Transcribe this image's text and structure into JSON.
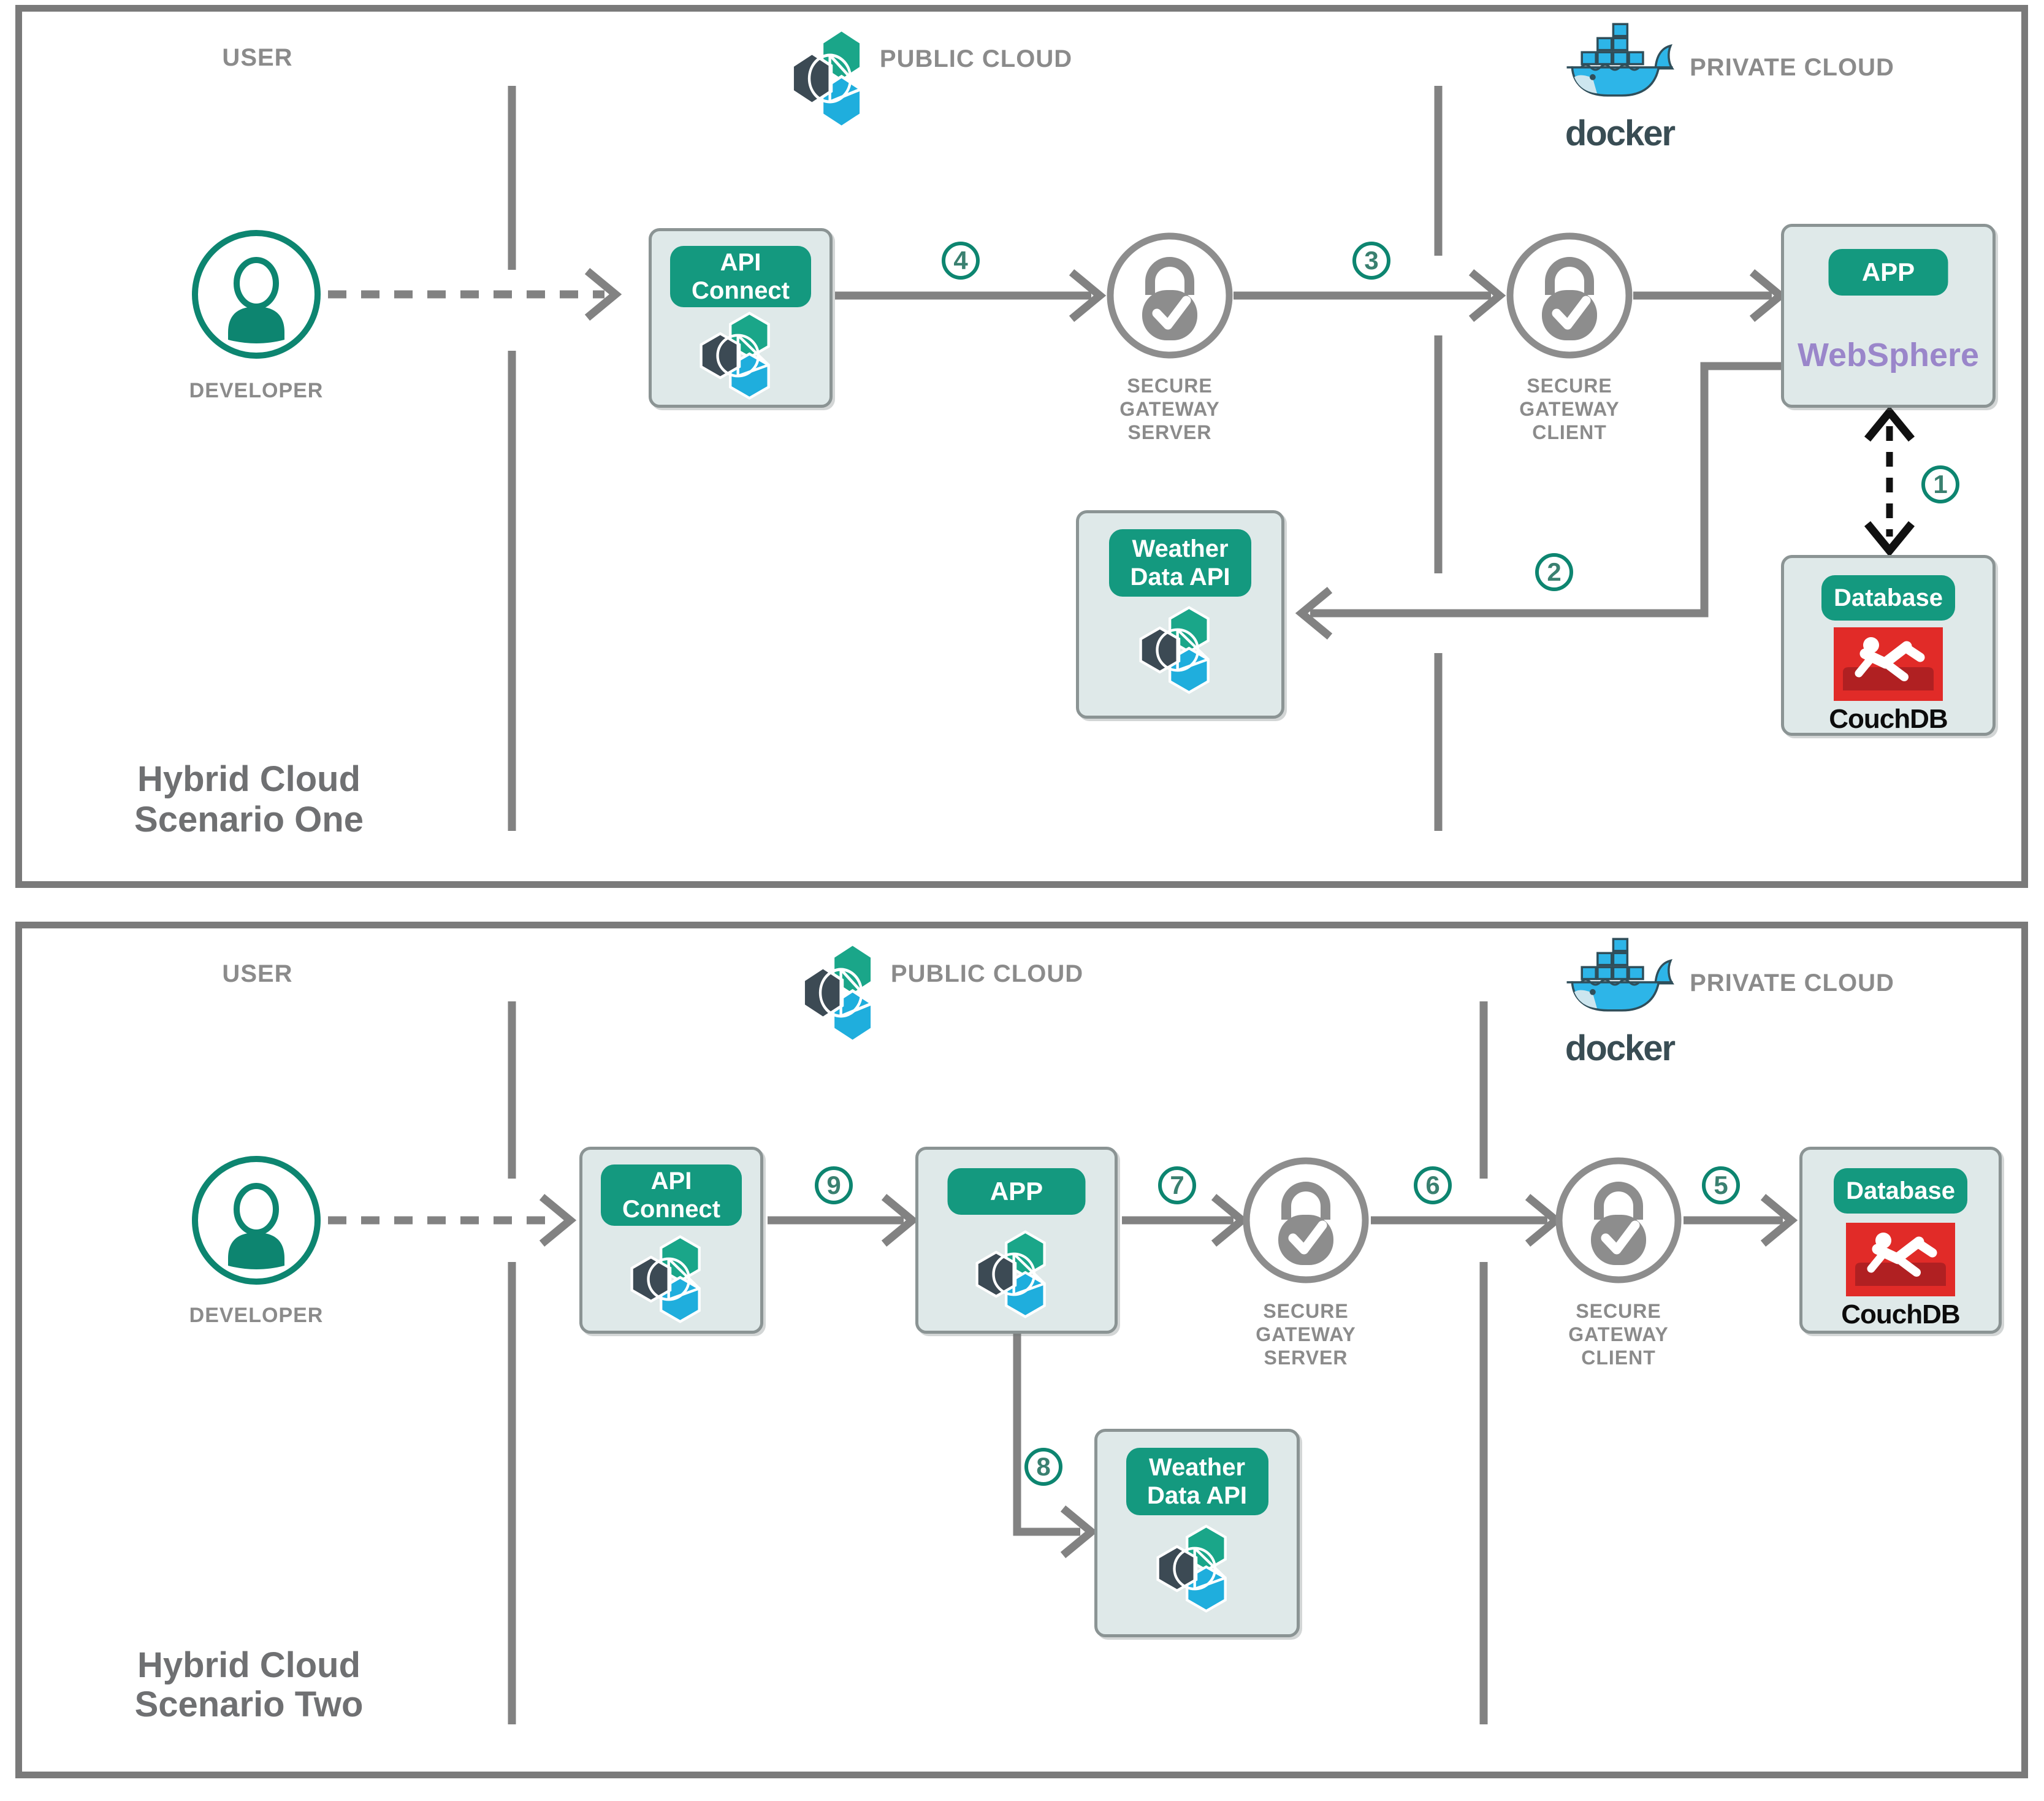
{
  "colors": {
    "teal_pill": "#14997f",
    "step_circle_border": "#0d8570",
    "box_fill": "#dfe9e9",
    "line_gray": "#828282",
    "label_gray": "#8b8b8b",
    "title_gray": "#6f7072",
    "websphere_purple": "#9a86ca",
    "couchdb_red": "#e12b28",
    "docker_blue": "#2db5e8",
    "bluemix_dark": "#3c4a54",
    "bluemix_green": "#1aa689",
    "bluemix_cyan": "#1faedd",
    "dashed_arrow_black": "#111111"
  },
  "icons": [
    "developer-icon",
    "bluemix-logo",
    "docker-whale-logo",
    "secure-gateway-padlock-icon",
    "couchdb-logo"
  ],
  "scenario_one": {
    "title_line1": "Hybrid Cloud",
    "title_line2": "Scenario One",
    "user_region_label": "USER",
    "public_cloud_label": "PUBLIC CLOUD",
    "private_cloud_label": "PRIVATE CLOUD",
    "developer_label": "DEVELOPER",
    "docker_wordmark": "docker",
    "api_connect_line1": "API",
    "api_connect_line2": "Connect",
    "gateway_server_line1": "SECURE",
    "gateway_server_line2": "GATEWAY",
    "gateway_server_line3": "SERVER",
    "gateway_client_line1": "SECURE",
    "gateway_client_line2": "GATEWAY",
    "gateway_client_line3": "CLIENT",
    "app_label": "APP",
    "app_platform": "WebSphere",
    "database_label": "Database",
    "couchdb_wordmark": "CouchDB",
    "weather_line1": "Weather",
    "weather_line2": "Data API",
    "step_1": "1",
    "step_2": "2",
    "step_3": "3",
    "step_4": "4"
  },
  "scenario_two": {
    "title_line1": "Hybrid Cloud",
    "title_line2": "Scenario Two",
    "user_region_label": "USER",
    "public_cloud_label": "PUBLIC CLOUD",
    "private_cloud_label": "PRIVATE CLOUD",
    "developer_label": "DEVELOPER",
    "docker_wordmark": "docker",
    "api_connect_line1": "API",
    "api_connect_line2": "Connect",
    "app_label": "APP",
    "gateway_server_line1": "SECURE",
    "gateway_server_line2": "GATEWAY",
    "gateway_server_line3": "SERVER",
    "gateway_client_line1": "SECURE",
    "gateway_client_line2": "GATEWAY",
    "gateway_client_line3": "CLIENT",
    "database_label": "Database",
    "couchdb_wordmark": "CouchDB",
    "weather_line1": "Weather",
    "weather_line2": "Data API",
    "step_5": "5",
    "step_6": "6",
    "step_7": "7",
    "step_8": "8",
    "step_9": "9"
  }
}
